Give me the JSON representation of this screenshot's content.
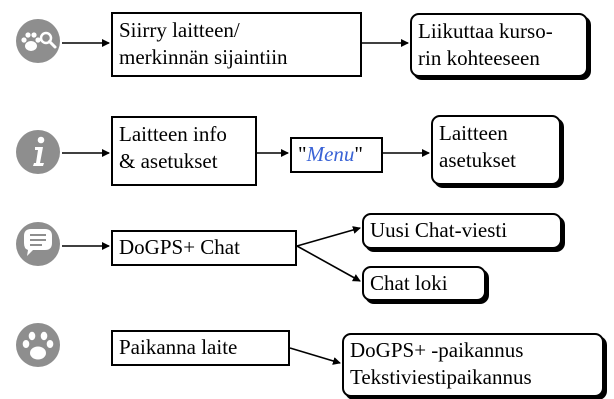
{
  "colors": {
    "icon_fill": "#8e8e8e",
    "icon_glyph": "#ffffff",
    "menu_text": "#3a63d6",
    "line": "#000000"
  },
  "rows": [
    {
      "icon": "paw-search-icon",
      "action_lines": [
        "Siirry laitteen/",
        "merkinnän sijaintiin"
      ],
      "result_lines": [
        "Liikuttaa kurso-",
        "rin kohteeseen"
      ]
    },
    {
      "icon": "info-icon",
      "action_lines": [
        "Laitteen info",
        "& asetukset"
      ],
      "menu": {
        "open_quote": "\"",
        "word": "Menu",
        "close_quote": "\""
      },
      "result_lines": [
        "Laitteen",
        "asetukset"
      ]
    },
    {
      "icon": "chat-bubble-icon",
      "action_lines": [
        "DoGPS+ Chat"
      ],
      "results": [
        "Uusi Chat-viesti",
        "Chat loki"
      ]
    },
    {
      "icon": "paw-icon",
      "action_lines": [
        "Paikanna laite"
      ],
      "result_lines": [
        "DoGPS+ -paikannus",
        "Tekstiviestipaikannus"
      ]
    }
  ]
}
